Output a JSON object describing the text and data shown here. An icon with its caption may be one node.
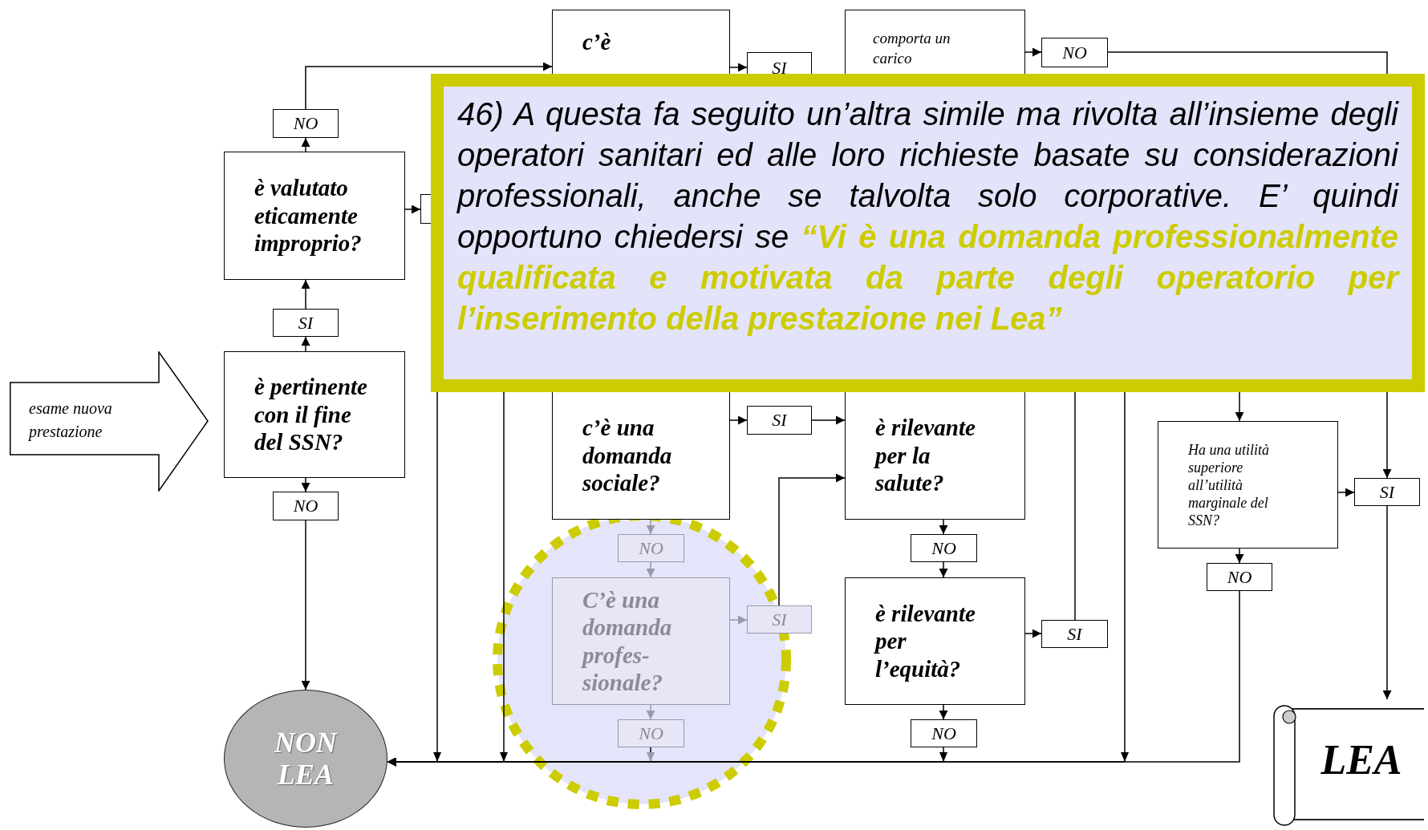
{
  "diagram": {
    "nodes": [
      {
        "text": [
          "c’è"
        ]
      },
      {
        "text": [
          "SI"
        ]
      },
      {
        "text": [
          "comporta un carico"
        ]
      },
      {
        "text": [
          "NO"
        ]
      },
      {
        "text": [
          "46) A questa fa seguito un’altra simile ma rivolta all’insieme degli operatori sanitari ed alle loro richieste basate su considerazioni professionali, anche se talvolta solo corporative. E’ quindi opportuno chiedersi se **“Vi è una domanda professionalmente qualificata e motivata da parte degli operatorio per l’inserimento della prestazione nei Lea”**"
        ]
      },
      {
        "text": [
          "NO"
        ]
      },
      {
        "text": [
          "è valutato eticamente improprio?"
        ]
      },
      {
        "text": [],
        "shape": "box"
      },
      {
        "text": [
          "SI"
        ]
      },
      {
        "text": [
          "esame nuova prestazione"
        ]
      },
      {
        "text": [
          "è pertinente con il fine del SSN?"
        ]
      },
      {
        "text": [
          "NO"
        ]
      },
      {
        "text": [
          "c’è una domanda sociale?"
        ]
      },
      {
        "text": [
          "SI"
        ]
      },
      {
        "text": [
          "è rilevante per la salute?"
        ]
      },
      {
        "text": [
          "Ha una utilità superiore all’utilità marginale del SSN?"
        ]
      },
      {
        "text": [
          "SI"
        ]
      },
      {
        "text": [
          "NO"
        ]
      },
      {
        "text": [
          "NO"
        ]
      },
      {
        "text": [
          "NO"
        ]
      },
      {
        "text": [
          "C’è una domanda profes- sionale?"
        ]
      },
      {
        "text": [
          "SI"
        ]
      },
      {
        "text": [
          "è rilevante per l’equità?"
        ]
      },
      {
        "text": [
          "SI"
        ]
      },
      {
        "text": [
          "NON LEA"
        ]
      },
      {
        "text": [
          "NO"
        ]
      },
      {
        "text": [
          "NO"
        ]
      },
      {
        "text": [
          "LEA"
        ]
      }
    ],
    "edges": [
      {
        "from": 5,
        "to": 0,
        "arrow": "to"
      },
      {
        "from": 6,
        "to": 5,
        "arrow": "to"
      },
      {
        "from": 8,
        "to": 6,
        "arrow": "to"
      },
      {
        "from": 10,
        "to": 8,
        "arrow": "to"
      },
      {
        "from": 6,
        "to": 7,
        "arrow": "to"
      },
      {
        "from": 0,
        "to": 1,
        "arrow": "to"
      },
      {
        "from": 2,
        "to": 3,
        "arrow": "to"
      },
      {
        "from": 3,
        "to": 4,
        "arrow": "none"
      },
      {
        "from": 16,
        "to": 27,
        "arrow": "to"
      },
      {
        "from": 15,
        "to": 16,
        "arrow": "to"
      },
      {
        "from": 4,
        "to": 15,
        "arrow": "to"
      },
      {
        "from": 15,
        "to": 19,
        "arrow": "to"
      },
      {
        "from": 19,
        "to": 24,
        "arrow": "to"
      },
      {
        "from": 10,
        "to": 11,
        "arrow": "to"
      },
      {
        "from": 11,
        "to": 24,
        "arrow": "to"
      },
      {
        "from": 12,
        "to": 13,
        "arrow": "to"
      },
      {
        "from": 13,
        "to": 14,
        "arrow": "to"
      },
      {
        "from": 12,
        "to": 17,
        "arrow": "to",
        "color": "#9a9aa8"
      },
      {
        "from": 17,
        "to": 20,
        "arrow": "to",
        "color": "#9a9aa8"
      },
      {
        "from": 20,
        "to": 21,
        "arrow": "to",
        "color": "#9a9aa8"
      },
      {
        "from": 21,
        "to": 14,
        "arrow": "to"
      },
      {
        "from": 20,
        "to": 25,
        "arrow": "to",
        "color": "#9a9aa8"
      },
      {
        "from": 25,
        "to": 24,
        "arrow": "to"
      },
      {
        "from": 14,
        "to": 18,
        "arrow": "to"
      },
      {
        "from": 18,
        "to": 22,
        "arrow": "to"
      },
      {
        "from": 22,
        "to": 23,
        "arrow": "to"
      },
      {
        "from": 23,
        "to": 4,
        "arrow": "none"
      },
      {
        "from": 22,
        "to": 26,
        "arrow": "to"
      },
      {
        "from": 26,
        "to": 24,
        "arrow": "to"
      },
      {
        "from": 4,
        "to": 24,
        "arrow": "to"
      },
      {
        "from": 4,
        "to": 24,
        "arrow": "to"
      },
      {
        "from": 4,
        "to": 24,
        "arrow": "to"
      },
      {
        "from": 4,
        "to": 16,
        "arrow": "to"
      }
    ]
  }
}
